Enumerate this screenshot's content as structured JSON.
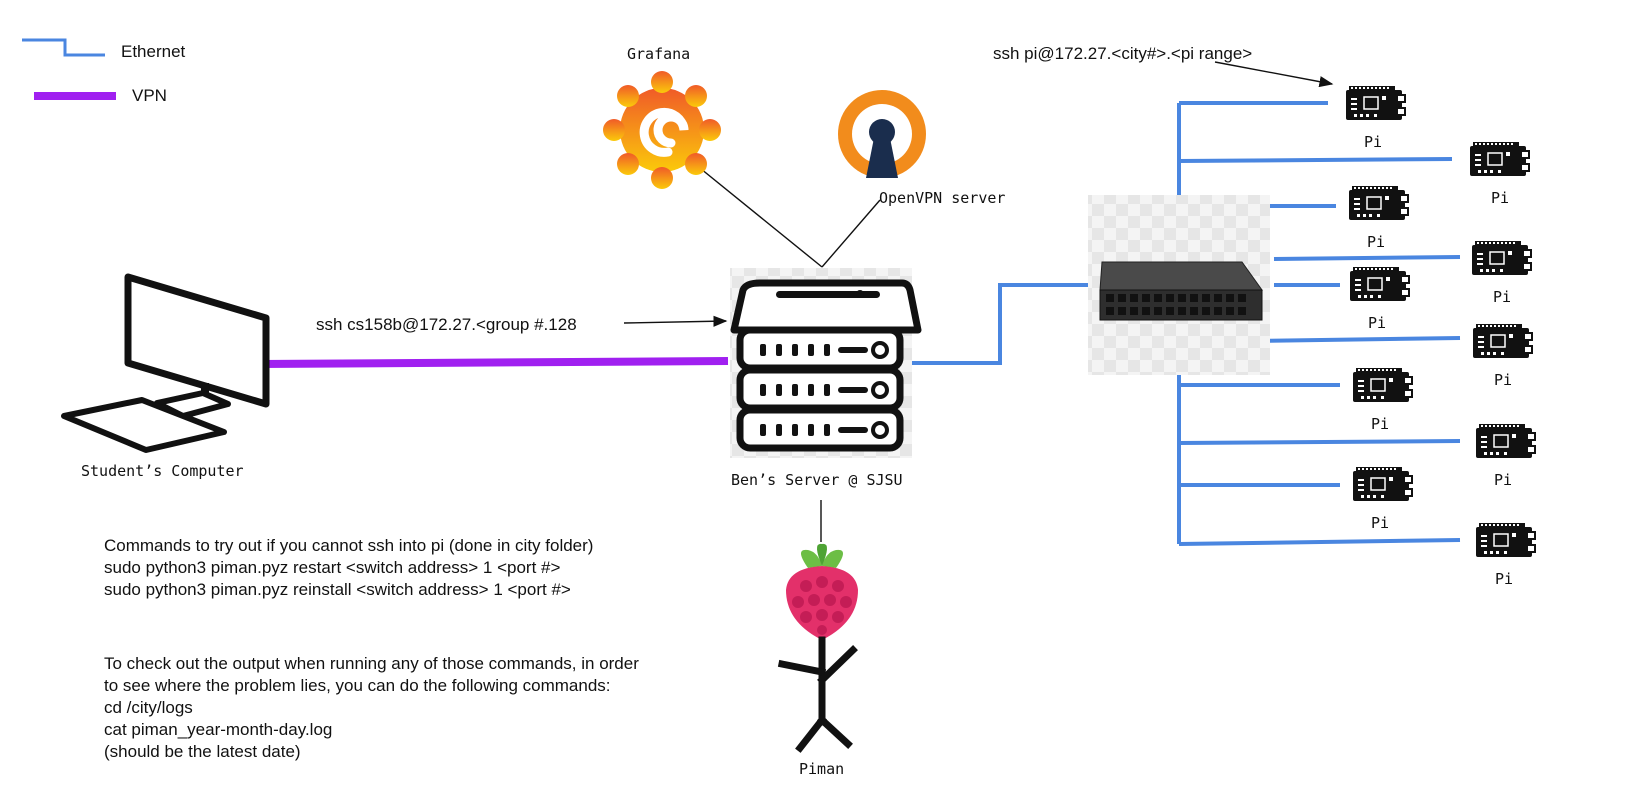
{
  "legend": {
    "ethernet_label": "Ethernet",
    "vpn_label": "VPN",
    "ethernet_color": "#4a86e0",
    "vpn_color": "#a020f0"
  },
  "nodes": {
    "grafana": "Grafana",
    "openvpn": "OpenVPN server",
    "student": "Student’s Computer",
    "server": "Ben’s Server @ SJSU",
    "piman": "Piman",
    "pi_label": "Pi"
  },
  "annotations": {
    "ssh_server": "ssh cs158b@172.27.<group #.128",
    "ssh_pi": "ssh pi@172.27.<city#>.<pi range>"
  },
  "notes": {
    "commands": [
      "Commands to try out if you cannot ssh into pi (done in city folder)",
      "sudo python3 piman.pyz restart <switch address> 1 <port #>",
      "sudo python3 piman.pyz reinstall <switch address> 1 <port #>"
    ],
    "logs": [
      "To check out the output when running any of those commands, in order",
      "to see where the problem lies,  you can do the following commands:",
      "cd /city/logs",
      "cat piman_year-month-day.log",
      "(should be the latest date)"
    ]
  }
}
